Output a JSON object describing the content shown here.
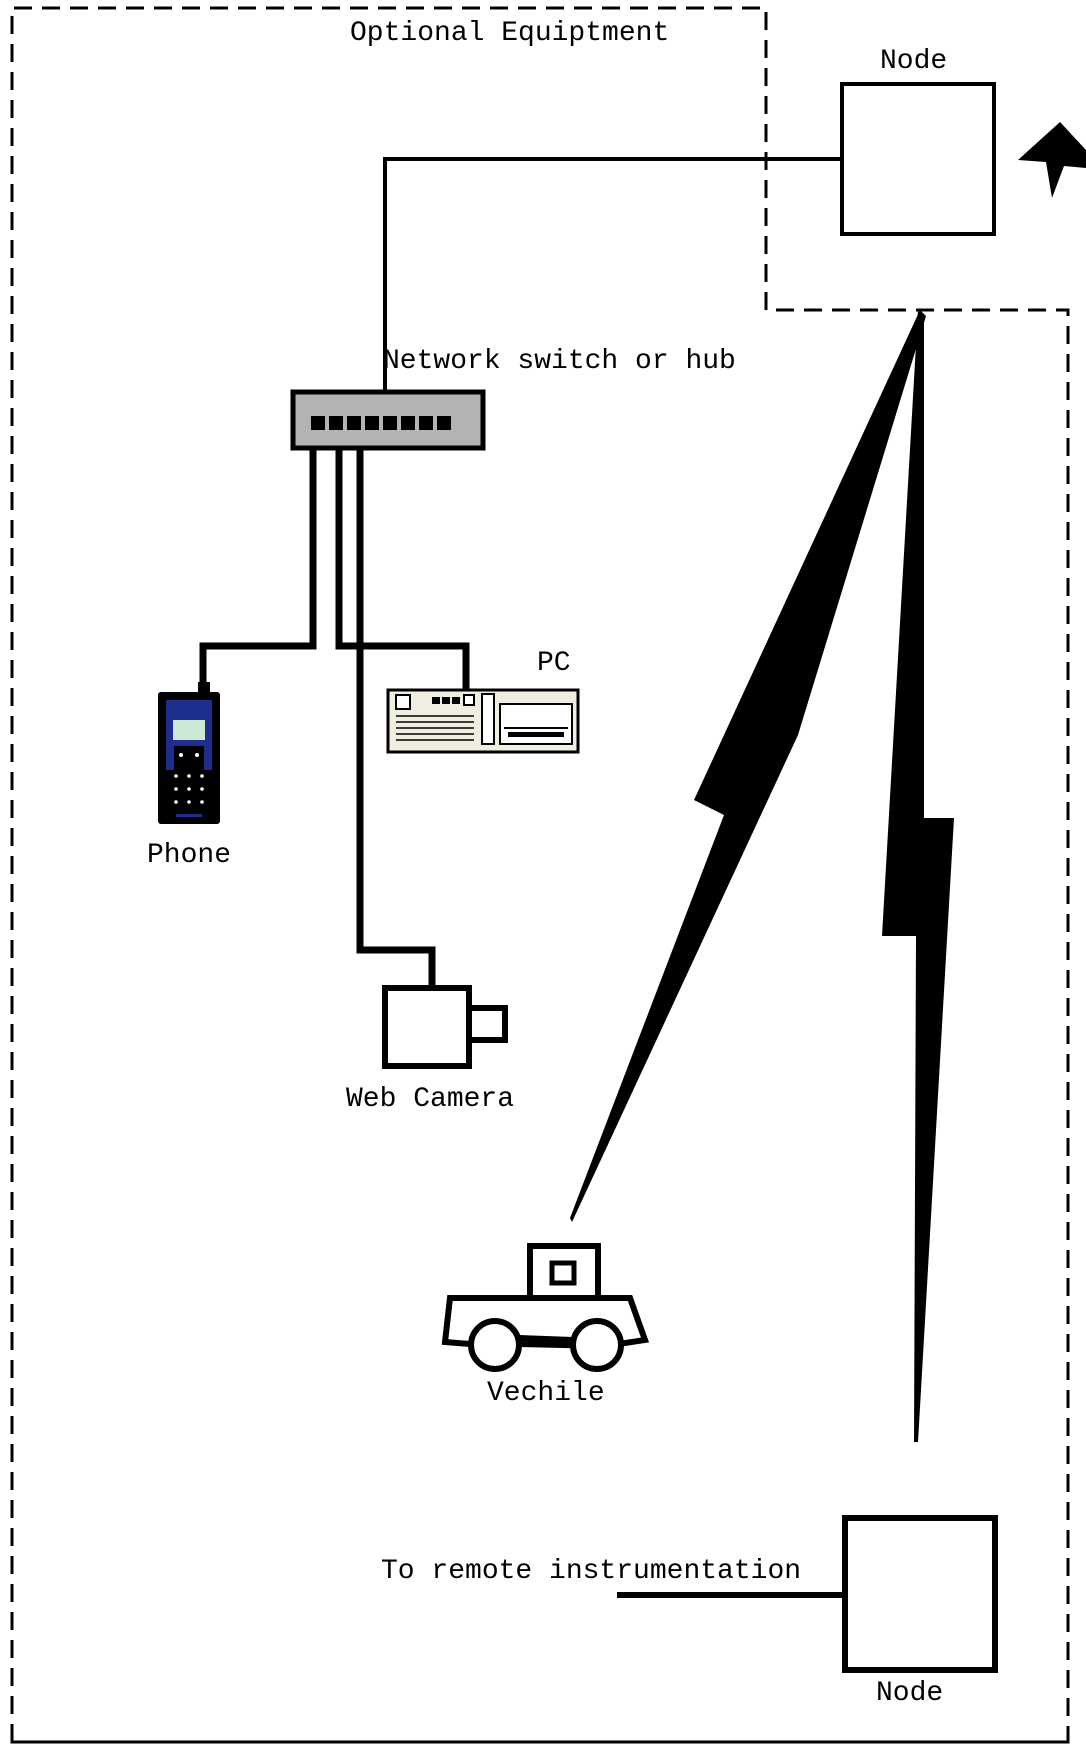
{
  "optional_label": "Optional Equiptment",
  "node_top_label": "Node",
  "switch_label": "Network switch or hub",
  "pc_label": "PC",
  "phone_label": "Phone",
  "camera_label": "Web Camera",
  "vehicle_label": "Vechile",
  "remote_label": "To remote instrumentation",
  "node_bottom_label": "Node",
  "icons": [
    "lightning-bolt-icon",
    "network-switch-icon",
    "pc-icon",
    "phone-icon",
    "web-camera-icon",
    "vehicle-icon"
  ],
  "colors": {
    "line": "#000000",
    "switch_body": "#b3b3b3",
    "pc_body": "#efeee0",
    "phone_body": "#1d2e8c",
    "phone_screen": "#cde8d6"
  }
}
